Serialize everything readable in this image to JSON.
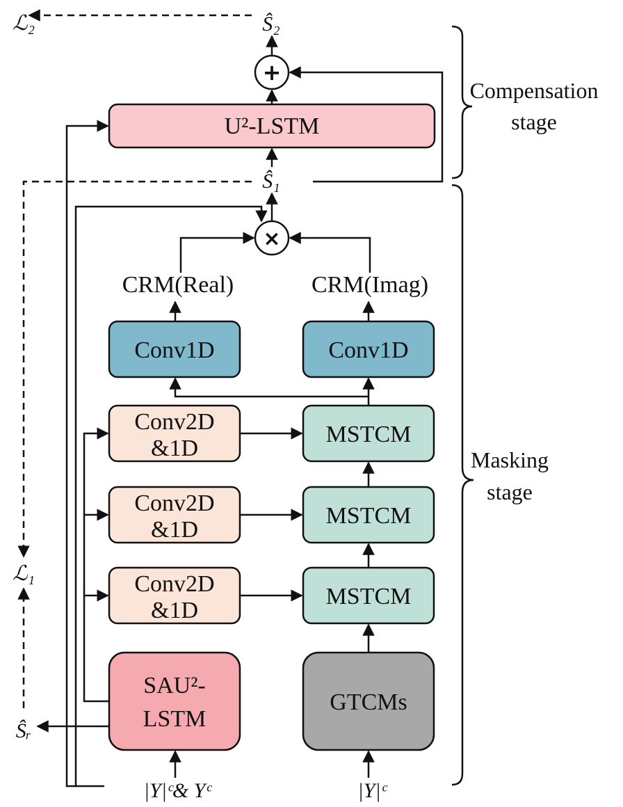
{
  "blocks": {
    "u2lstm": "U²-LSTM",
    "conv1d_left": "Conv1D",
    "conv1d_right": "Conv1D",
    "conv2d_1": [
      "Conv2D",
      "&1D"
    ],
    "conv2d_2": [
      "Conv2D",
      "&1D"
    ],
    "conv2d_3": [
      "Conv2D",
      "&1D"
    ],
    "mstcm_1": "MSTCM",
    "mstcm_2": "MSTCM",
    "mstcm_3": "MSTCM",
    "sau2lstm": [
      "SAU²-",
      "LSTM"
    ],
    "gtcms": "GTCMs"
  },
  "labels": {
    "crm_real": "CRM(Real)",
    "crm_imag": "CRM(Imag)",
    "s2_hat": "Ŝ₂",
    "s1_hat": "Ŝ₁",
    "sr_hat": "Ŝᵣ",
    "loss2": "ℒ₂",
    "loss1": "ℒ₁",
    "input_left": "|Y|ᶜ& Yᶜ",
    "input_right": "|Y|ᶜ",
    "add_op": "+",
    "mul_op": "×"
  },
  "stages": {
    "compensation": [
      "Compensation",
      "stage"
    ],
    "masking": [
      "Masking",
      "stage"
    ]
  },
  "colors": {
    "u2lstm": "#f9c9cd",
    "conv1d": "#7fb9cb",
    "conv2d": "#fbe4d8",
    "mstcm": "#bfe0d6",
    "sau2lstm": "#f5aab0",
    "gtcms": "#a8a8a8",
    "stroke": "#111111"
  }
}
